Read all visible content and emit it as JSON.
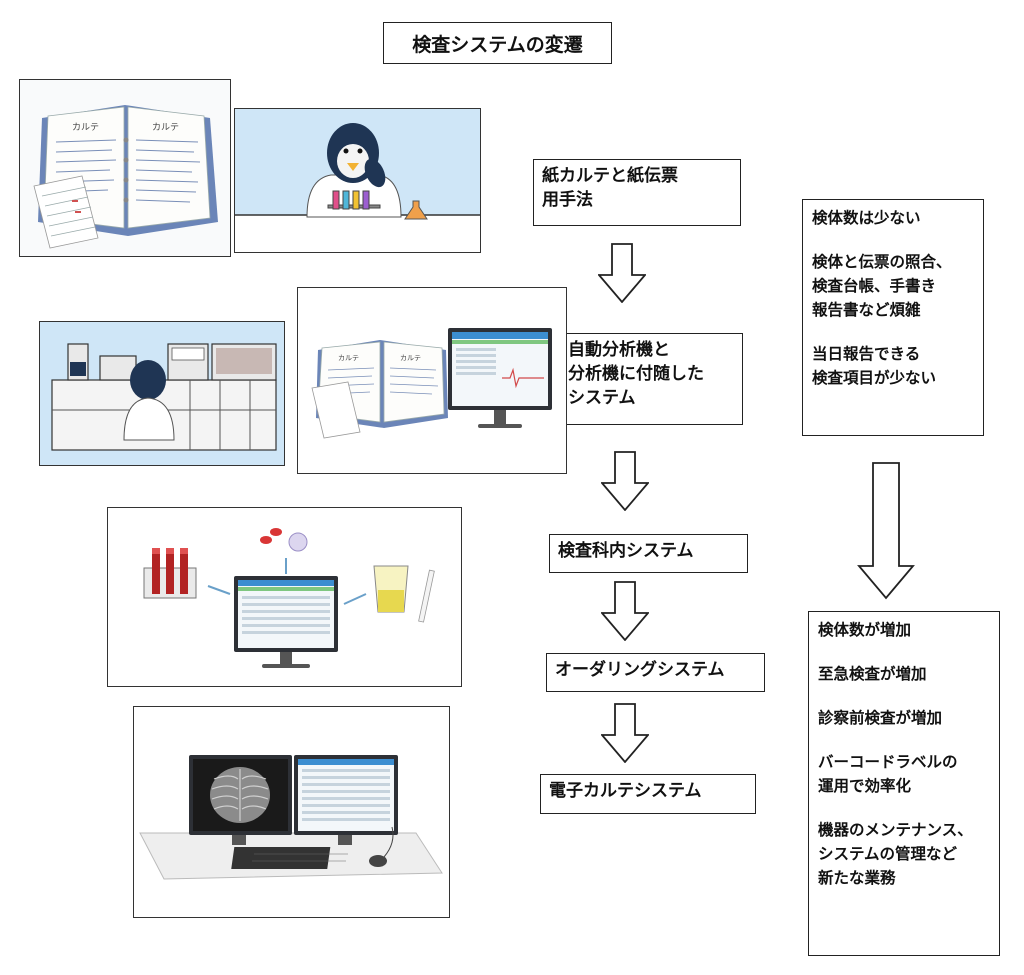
{
  "title": "検査システムの変遷",
  "steps": [
    "紙カルテと紙伝票\n用手法",
    "自動分析機と\n分析機に付随した\nシステム",
    "検査科内システム",
    "オーダリングシステム",
    "電子カルテシステム"
  ],
  "notes_before": [
    "検体数は少ない",
    "検体と伝票の照合、\n検査台帳、手書き\n報告書など煩雑",
    "当日報告できる\n検査項目が少ない"
  ],
  "notes_after": [
    "検体数が増加",
    "至急検査が増加",
    "診察前検査が増加",
    "バーコードラベルの\n運用で効率化",
    "機器のメンテナンス、\nシステムの管理など\n新たな業務"
  ],
  "illustrations": {
    "karte_label_1": "カルテ",
    "karte_label_2": "カルテ",
    "karte_label_3": "カルテ",
    "karte_label_4": "カルテ"
  }
}
